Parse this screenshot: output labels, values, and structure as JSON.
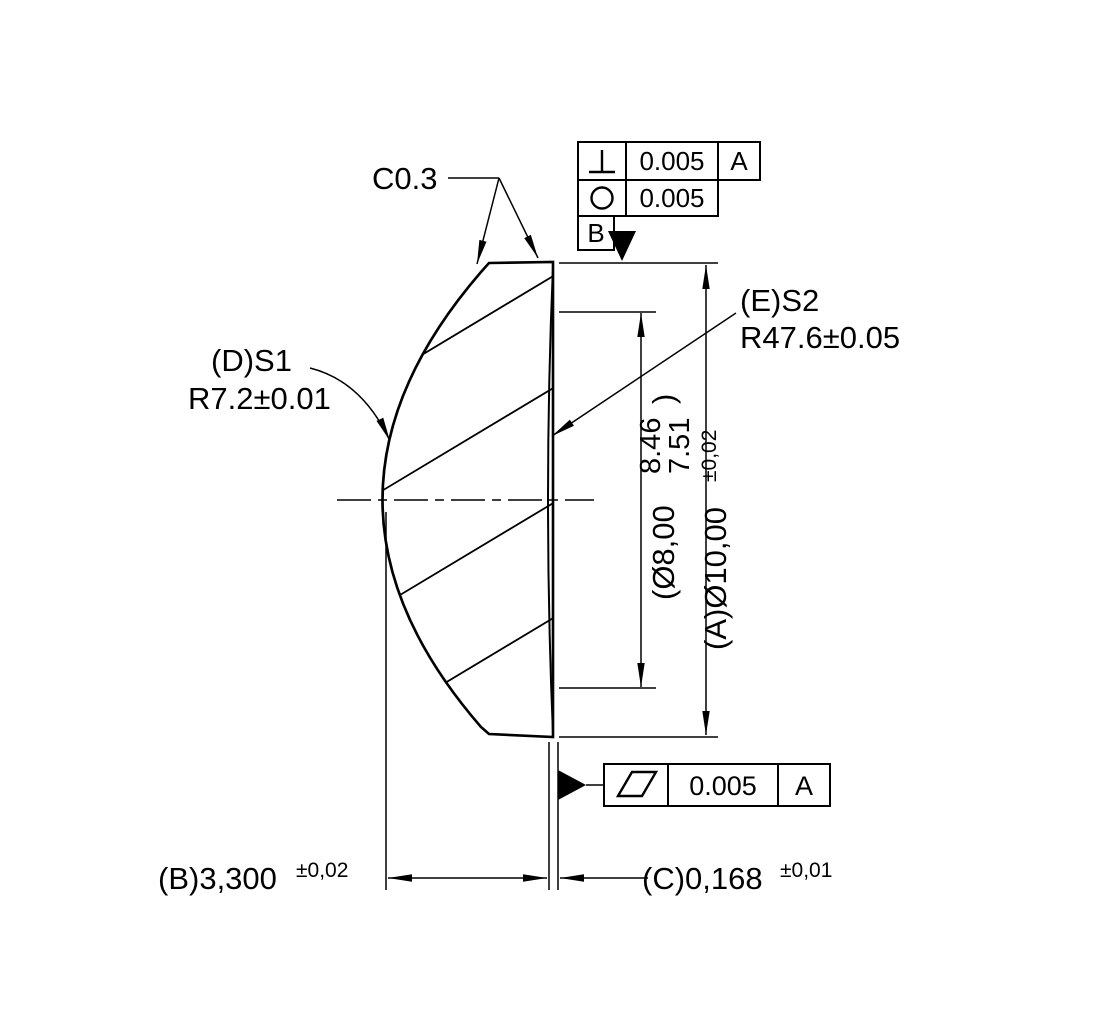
{
  "labels": {
    "chamfer": "C0.3",
    "s1_name": "(D)S1",
    "s1_radius": "R7.2±0.01",
    "s2_name": "(E)S2",
    "s2_radius": "R47.6±0.05"
  },
  "fcf_top": {
    "row1": {
      "symbol": "perpendicularity",
      "tolerance": "0.005",
      "datum": "A"
    },
    "row2": {
      "symbol": "circularity",
      "tolerance": "0.005"
    },
    "datum_label": "B"
  },
  "fcf_bottom": {
    "symbol": "flatness",
    "tolerance": "0.005",
    "datum": "A"
  },
  "dimensions": {
    "outer_diameter": {
      "main": "(A)Ø10,00",
      "tol": "±0,02"
    },
    "aperture": {
      "prefix": "(Ø8,00",
      "upper": "8.46",
      "lower": "7.51",
      "suffix": ")"
    },
    "center_thickness": {
      "main": "(B)3,300",
      "tol": "±0,02"
    },
    "edge_distance": {
      "main": "(C)0,168",
      "tol": "±0,01"
    }
  },
  "colors": {
    "line": "#000000",
    "background": "#ffffff"
  }
}
